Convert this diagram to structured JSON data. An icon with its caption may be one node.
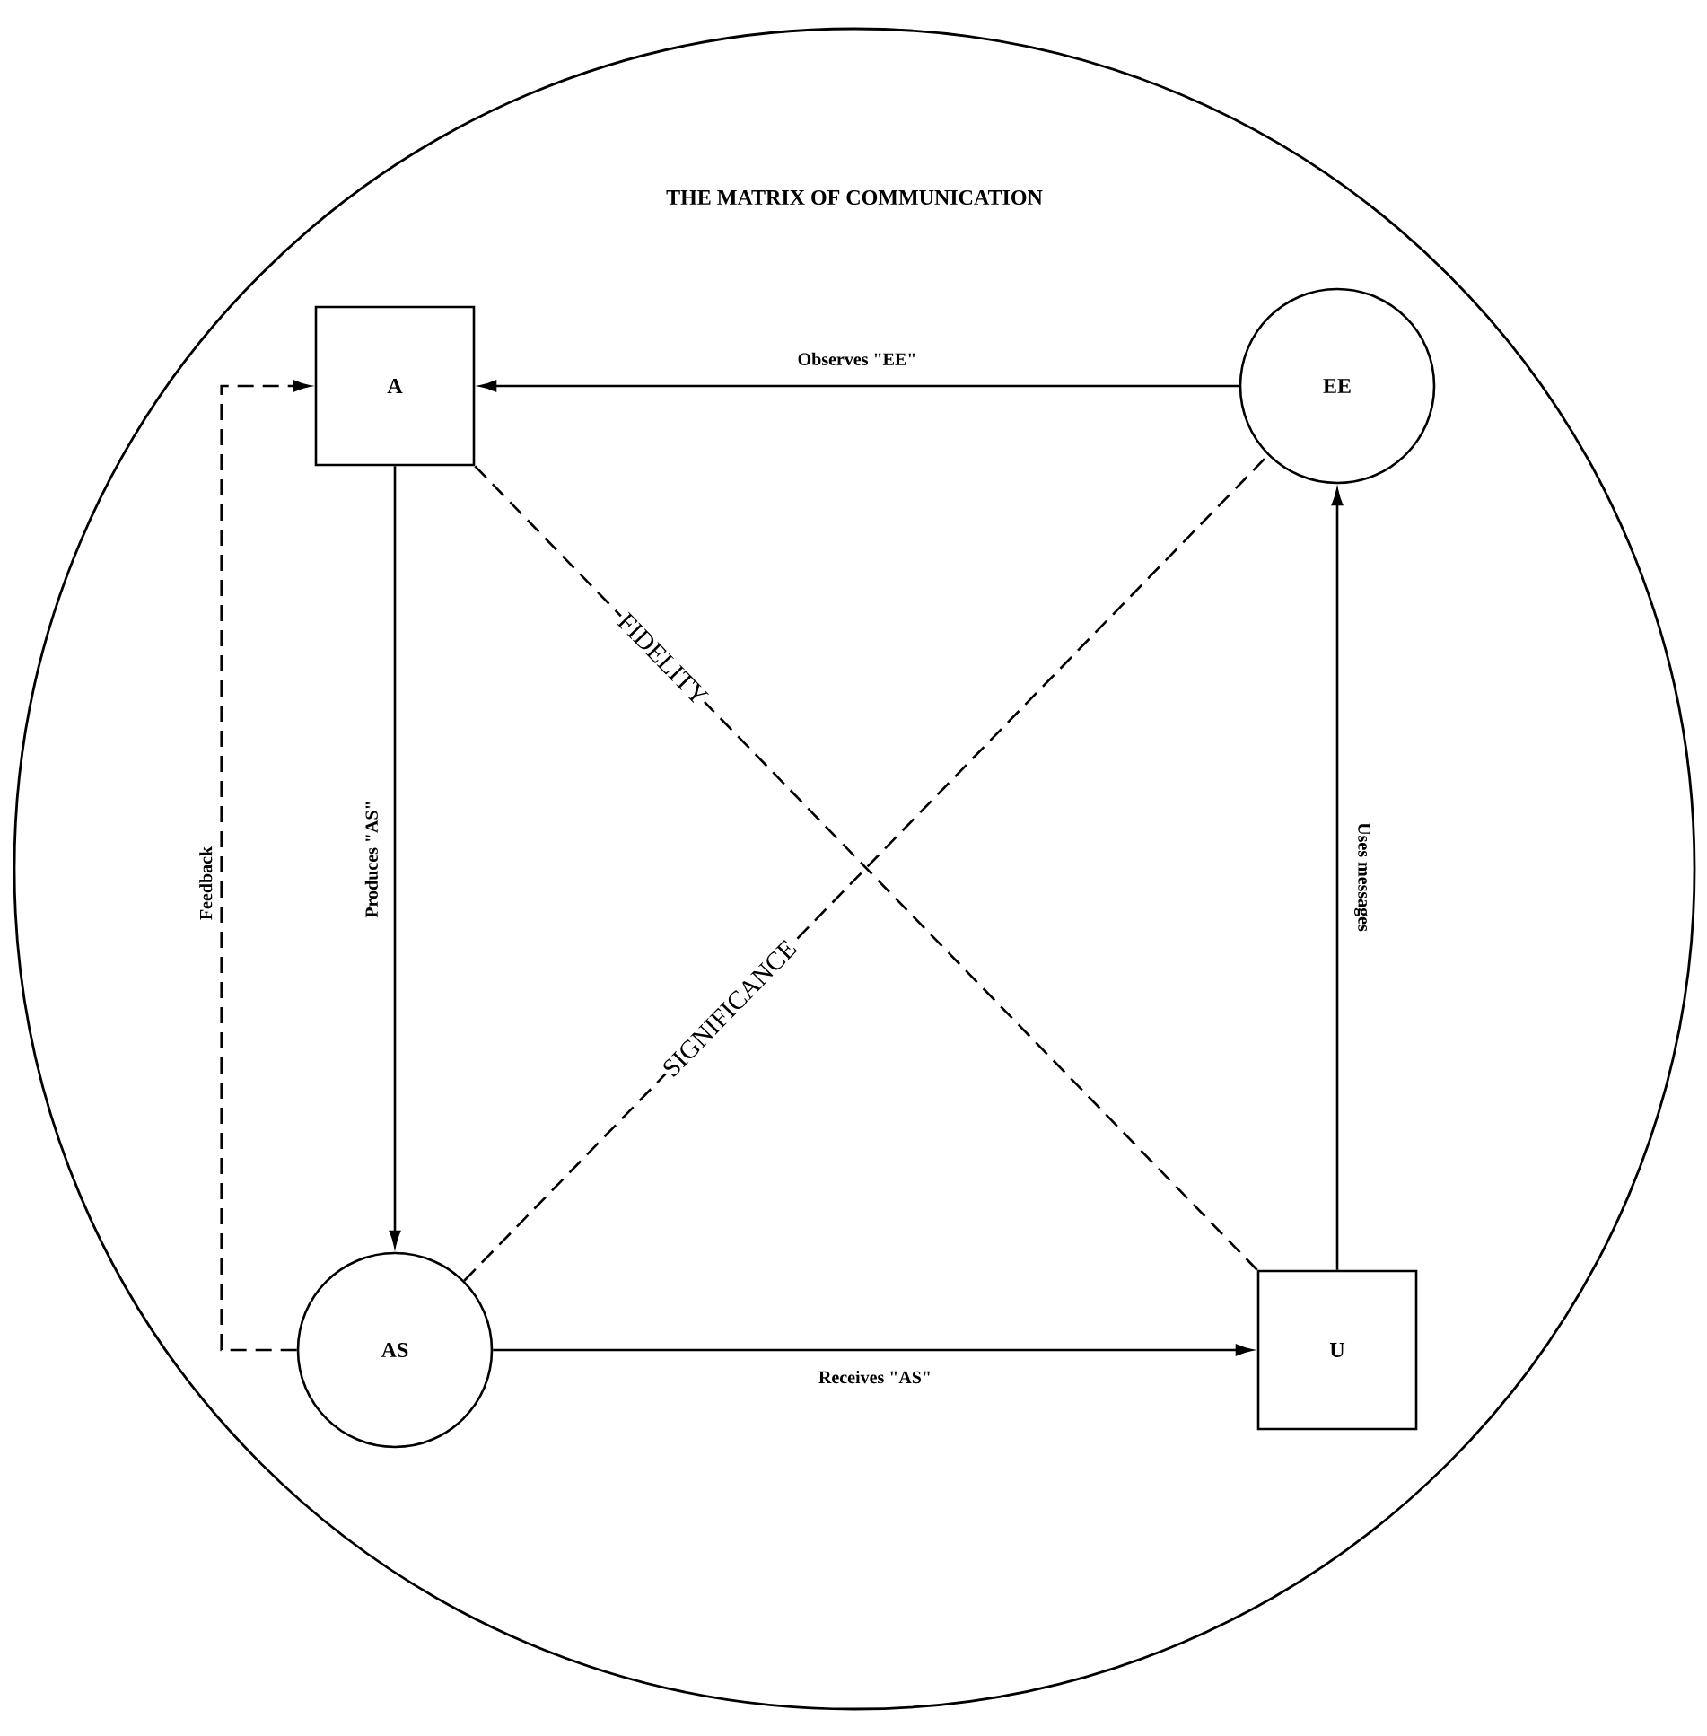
{
  "diagram": {
    "title": "THE MATRIX OF COMMUNICATION",
    "nodes": [
      {
        "text": [
          "A"
        ]
      },
      {
        "text": [
          "EE"
        ]
      },
      {
        "text": [
          "AS"
        ]
      },
      {
        "text": [
          "U"
        ]
      }
    ],
    "edges": [
      {
        "from": 1,
        "to": 0,
        "arrow": "to",
        "label": "Observes \"EE\""
      },
      {
        "from": 0,
        "to": 2,
        "arrow": "to",
        "label": "Produces \"AS\""
      },
      {
        "from": 2,
        "to": 3,
        "arrow": "to",
        "label": "Receives \"AS\""
      },
      {
        "from": 3,
        "to": 1,
        "arrow": "to",
        "label": "Uses messages"
      },
      {
        "from": 2,
        "to": 0,
        "arrow": "to",
        "label": "Feedback",
        "style": "dashed"
      },
      {
        "from": 0,
        "to": 3,
        "arrow": "none",
        "label": "FIDELITY",
        "style": "dashed"
      },
      {
        "from": 2,
        "to": 1,
        "arrow": "none",
        "label": "SIGNIFICANCE",
        "style": "dashed"
      }
    ]
  }
}
